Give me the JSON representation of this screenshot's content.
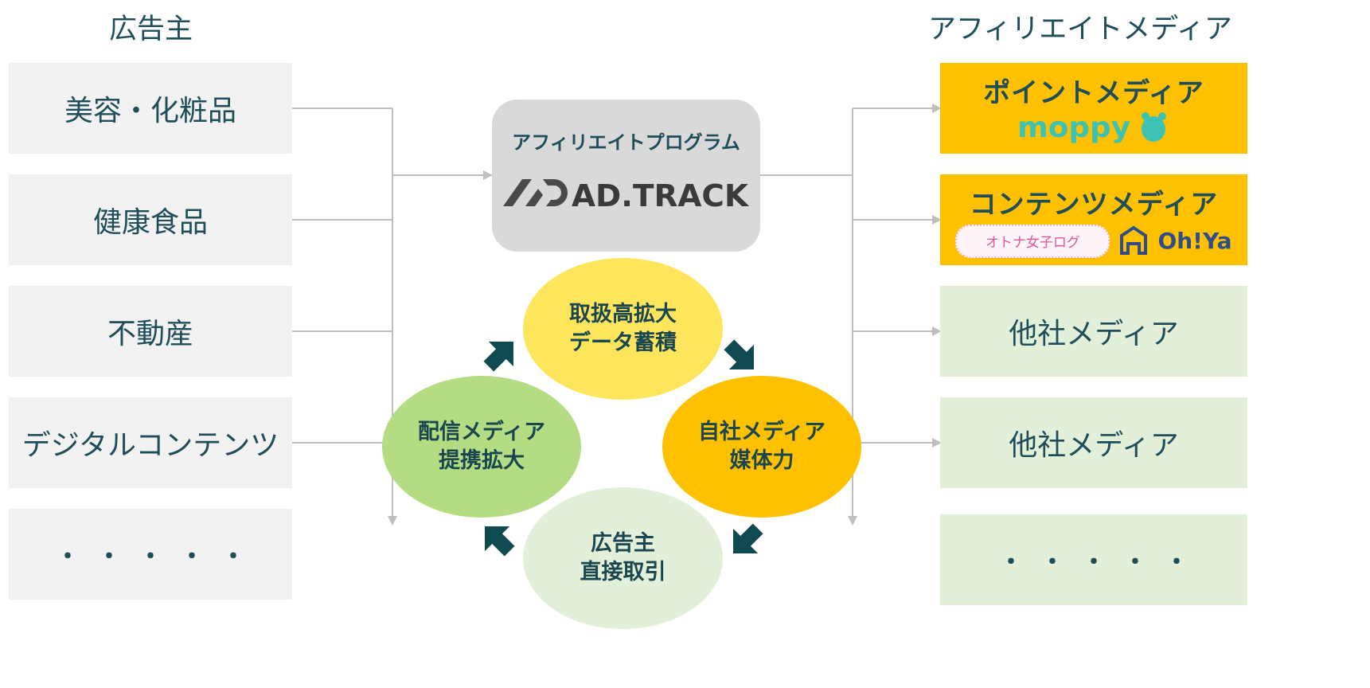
{
  "headers": {
    "advertisers": "広告主",
    "media": "アフィリエイトメディア"
  },
  "advertisers": [
    "美容・化粧品",
    "健康食品",
    "不動産",
    "デジタルコンテンツ",
    "・・・・・"
  ],
  "center": {
    "program_label": "アフィリエイトプログラム",
    "brand": "AD.TRACK"
  },
  "cycle": {
    "top": {
      "line1": "取扱高拡大",
      "line2": "データ蓄積"
    },
    "right": {
      "line1": "自社メディア",
      "line2": "媒体力"
    },
    "bottom": {
      "line1": "広告主",
      "line2": "直接取引"
    },
    "left": {
      "line1": "配信メディア",
      "line2": "提携拡大"
    }
  },
  "media": {
    "point": {
      "title": "ポイントメディア",
      "logo": "moppy"
    },
    "content": {
      "title": "コンテンツメディア",
      "logo1": "オトナ女子ログ",
      "logo2": "Oh!Ya"
    },
    "other1": "他社メディア",
    "other2": "他社メディア",
    "more": "・・・・・"
  },
  "colors": {
    "dark_teal": "#1f4e5a",
    "arrow_teal": "#0e4a4f",
    "gold": "#ffc000",
    "yellow": "#ffe55c",
    "light_green": "#e2efd9",
    "mid_green": "#b4dc82",
    "gray_box": "#f2f2f2",
    "adtrack_gray": "#d9d9d9",
    "moppy_teal": "#3cc3b4",
    "pink": "#e0559a",
    "ohya_blue": "#2d4e8c",
    "connector": "#bfbfbf"
  }
}
